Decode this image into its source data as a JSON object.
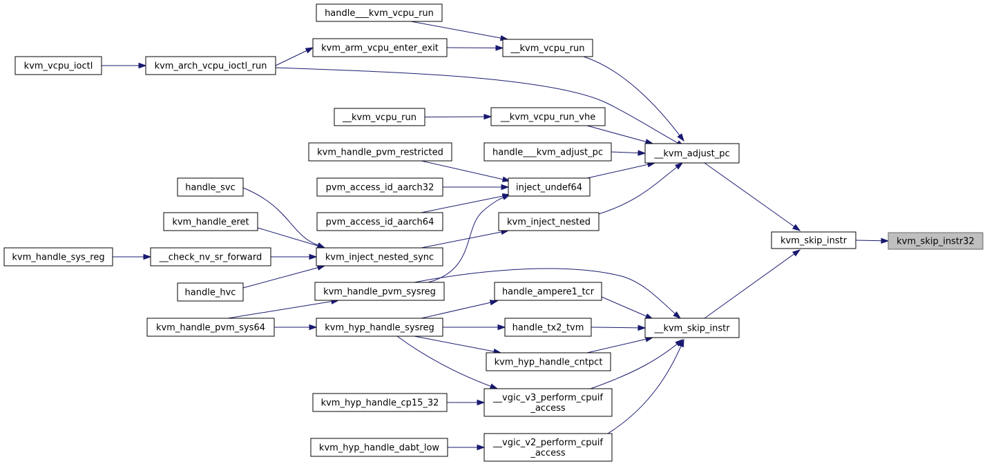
{
  "graph": {
    "type": "caller-graph",
    "focus_node": "kvm_skip_instr32",
    "edge_color": "#191970",
    "focus_fill": "#bfbfbf",
    "nodes": [
      {
        "id": "kvm_skip_instr32",
        "lines": [
          "kvm_skip_instr32"
        ]
      },
      {
        "id": "kvm_skip_instr",
        "lines": [
          "kvm_skip_instr"
        ]
      },
      {
        "id": "__kvm_adjust_pc",
        "lines": [
          "__kvm_adjust_pc"
        ]
      },
      {
        "id": "__kvm_skip_instr",
        "lines": [
          "__kvm_skip_instr"
        ]
      },
      {
        "id": "__kvm_vcpu_run",
        "lines": [
          "__kvm_vcpu_run"
        ]
      },
      {
        "id": "handle___kvm_vcpu_run",
        "lines": [
          "handle___kvm_vcpu_run"
        ]
      },
      {
        "id": "kvm_arm_vcpu_enter_exit",
        "lines": [
          "kvm_arm_vcpu_enter_exit"
        ]
      },
      {
        "id": "kvm_arch_vcpu_ioctl_run",
        "lines": [
          "kvm_arch_vcpu_ioctl_run"
        ]
      },
      {
        "id": "kvm_vcpu_ioctl",
        "lines": [
          "kvm_vcpu_ioctl"
        ]
      },
      {
        "id": "__kvm_vcpu_run_vhe",
        "lines": [
          "__kvm_vcpu_run_vhe"
        ]
      },
      {
        "id": "__kvm_vcpu_run_nvhe",
        "lines": [
          "__kvm_vcpu_run"
        ]
      },
      {
        "id": "handle___kvm_adjust_pc",
        "lines": [
          "handle___kvm_adjust_pc"
        ]
      },
      {
        "id": "inject_undef64",
        "lines": [
          "inject_undef64"
        ]
      },
      {
        "id": "kvm_handle_pvm_restricted",
        "lines": [
          "kvm_handle_pvm_restricted"
        ]
      },
      {
        "id": "pvm_access_id_aarch32",
        "lines": [
          "pvm_access_id_aarch32"
        ]
      },
      {
        "id": "pvm_access_id_aarch64",
        "lines": [
          "pvm_access_id_aarch64"
        ]
      },
      {
        "id": "kvm_inject_nested",
        "lines": [
          "kvm_inject_nested"
        ]
      },
      {
        "id": "kvm_inject_nested_sync",
        "lines": [
          "kvm_inject_nested_sync"
        ]
      },
      {
        "id": "handle_svc",
        "lines": [
          "handle_svc"
        ]
      },
      {
        "id": "kvm_handle_eret",
        "lines": [
          "kvm_handle_eret"
        ]
      },
      {
        "id": "__check_nv_sr_forward",
        "lines": [
          "__check_nv_sr_forward"
        ]
      },
      {
        "id": "kvm_handle_sys_reg",
        "lines": [
          "kvm_handle_sys_reg"
        ]
      },
      {
        "id": "handle_hvc",
        "lines": [
          "handle_hvc"
        ]
      },
      {
        "id": "kvm_handle_pvm_sysreg",
        "lines": [
          "kvm_handle_pvm_sysreg"
        ]
      },
      {
        "id": "kvm_handle_pvm_sys64",
        "lines": [
          "kvm_handle_pvm_sys64"
        ]
      },
      {
        "id": "kvm_hyp_handle_sysreg",
        "lines": [
          "kvm_hyp_handle_sysreg"
        ]
      },
      {
        "id": "handle_ampere1_tcr",
        "lines": [
          "handle_ampere1_tcr"
        ]
      },
      {
        "id": "handle_tx2_tvm",
        "lines": [
          "handle_tx2_tvm"
        ]
      },
      {
        "id": "kvm_hyp_handle_cntpct",
        "lines": [
          "kvm_hyp_handle_cntpct"
        ]
      },
      {
        "id": "__vgic_v3_perform_cpuif_access",
        "lines": [
          "__vgic_v3_perform_cpuif",
          "_access"
        ]
      },
      {
        "id": "kvm_hyp_handle_cp15_32",
        "lines": [
          "kvm_hyp_handle_cp15_32"
        ]
      },
      {
        "id": "__vgic_v2_perform_cpuif_access",
        "lines": [
          "__vgic_v2_perform_cpuif",
          "_access"
        ]
      },
      {
        "id": "kvm_hyp_handle_dabt_low",
        "lines": [
          "kvm_hyp_handle_dabt_low"
        ]
      }
    ],
    "edges": [
      {
        "from": "kvm_skip_instr",
        "to": "kvm_skip_instr32"
      },
      {
        "from": "__kvm_adjust_pc",
        "to": "kvm_skip_instr"
      },
      {
        "from": "__kvm_skip_instr",
        "to": "kvm_skip_instr"
      },
      {
        "from": "__kvm_vcpu_run",
        "to": "__kvm_adjust_pc"
      },
      {
        "from": "kvm_arch_vcpu_ioctl_run",
        "to": "__kvm_adjust_pc"
      },
      {
        "from": "__kvm_vcpu_run_vhe",
        "to": "__kvm_adjust_pc"
      },
      {
        "from": "handle___kvm_adjust_pc",
        "to": "__kvm_adjust_pc"
      },
      {
        "from": "inject_undef64",
        "to": "__kvm_adjust_pc"
      },
      {
        "from": "kvm_inject_nested",
        "to": "__kvm_adjust_pc"
      },
      {
        "from": "handle___kvm_vcpu_run",
        "to": "__kvm_vcpu_run"
      },
      {
        "from": "kvm_arm_vcpu_enter_exit",
        "to": "__kvm_vcpu_run"
      },
      {
        "from": "kvm_arch_vcpu_ioctl_run",
        "to": "kvm_arm_vcpu_enter_exit"
      },
      {
        "from": "kvm_vcpu_ioctl",
        "to": "kvm_arch_vcpu_ioctl_run"
      },
      {
        "from": "__kvm_vcpu_run_nvhe",
        "to": "__kvm_vcpu_run_vhe"
      },
      {
        "from": "kvm_handle_pvm_restricted",
        "to": "inject_undef64"
      },
      {
        "from": "pvm_access_id_aarch32",
        "to": "inject_undef64"
      },
      {
        "from": "pvm_access_id_aarch64",
        "to": "inject_undef64"
      },
      {
        "from": "kvm_handle_pvm_sysreg",
        "to": "inject_undef64"
      },
      {
        "from": "kvm_inject_nested_sync",
        "to": "kvm_inject_nested"
      },
      {
        "from": "handle_svc",
        "to": "kvm_inject_nested_sync"
      },
      {
        "from": "kvm_handle_eret",
        "to": "kvm_inject_nested_sync"
      },
      {
        "from": "__check_nv_sr_forward",
        "to": "kvm_inject_nested_sync"
      },
      {
        "from": "handle_hvc",
        "to": "kvm_inject_nested_sync"
      },
      {
        "from": "kvm_handle_sys_reg",
        "to": "__check_nv_sr_forward"
      },
      {
        "from": "kvm_handle_pvm_sysreg",
        "to": "__kvm_skip_instr"
      },
      {
        "from": "kvm_handle_pvm_sys64",
        "to": "kvm_handle_pvm_sysreg"
      },
      {
        "from": "kvm_handle_pvm_sys64",
        "to": "kvm_hyp_handle_sysreg"
      },
      {
        "from": "handle_ampere1_tcr",
        "to": "__kvm_skip_instr"
      },
      {
        "from": "handle_tx2_tvm",
        "to": "__kvm_skip_instr"
      },
      {
        "from": "kvm_hyp_handle_cntpct",
        "to": "__kvm_skip_instr"
      },
      {
        "from": "__vgic_v3_perform_cpuif_access",
        "to": "__kvm_skip_instr"
      },
      {
        "from": "__vgic_v2_perform_cpuif_access",
        "to": "__kvm_skip_instr"
      },
      {
        "from": "kvm_hyp_handle_sysreg",
        "to": "handle_ampere1_tcr"
      },
      {
        "from": "kvm_hyp_handle_sysreg",
        "to": "handle_tx2_tvm"
      },
      {
        "from": "kvm_hyp_handle_sysreg",
        "to": "kvm_hyp_handle_cntpct"
      },
      {
        "from": "kvm_hyp_handle_sysreg",
        "to": "__vgic_v3_perform_cpuif_access"
      },
      {
        "from": "kvm_hyp_handle_cp15_32",
        "to": "__vgic_v3_perform_cpuif_access"
      },
      {
        "from": "kvm_hyp_handle_dabt_low",
        "to": "__vgic_v2_perform_cpuif_access"
      }
    ]
  }
}
